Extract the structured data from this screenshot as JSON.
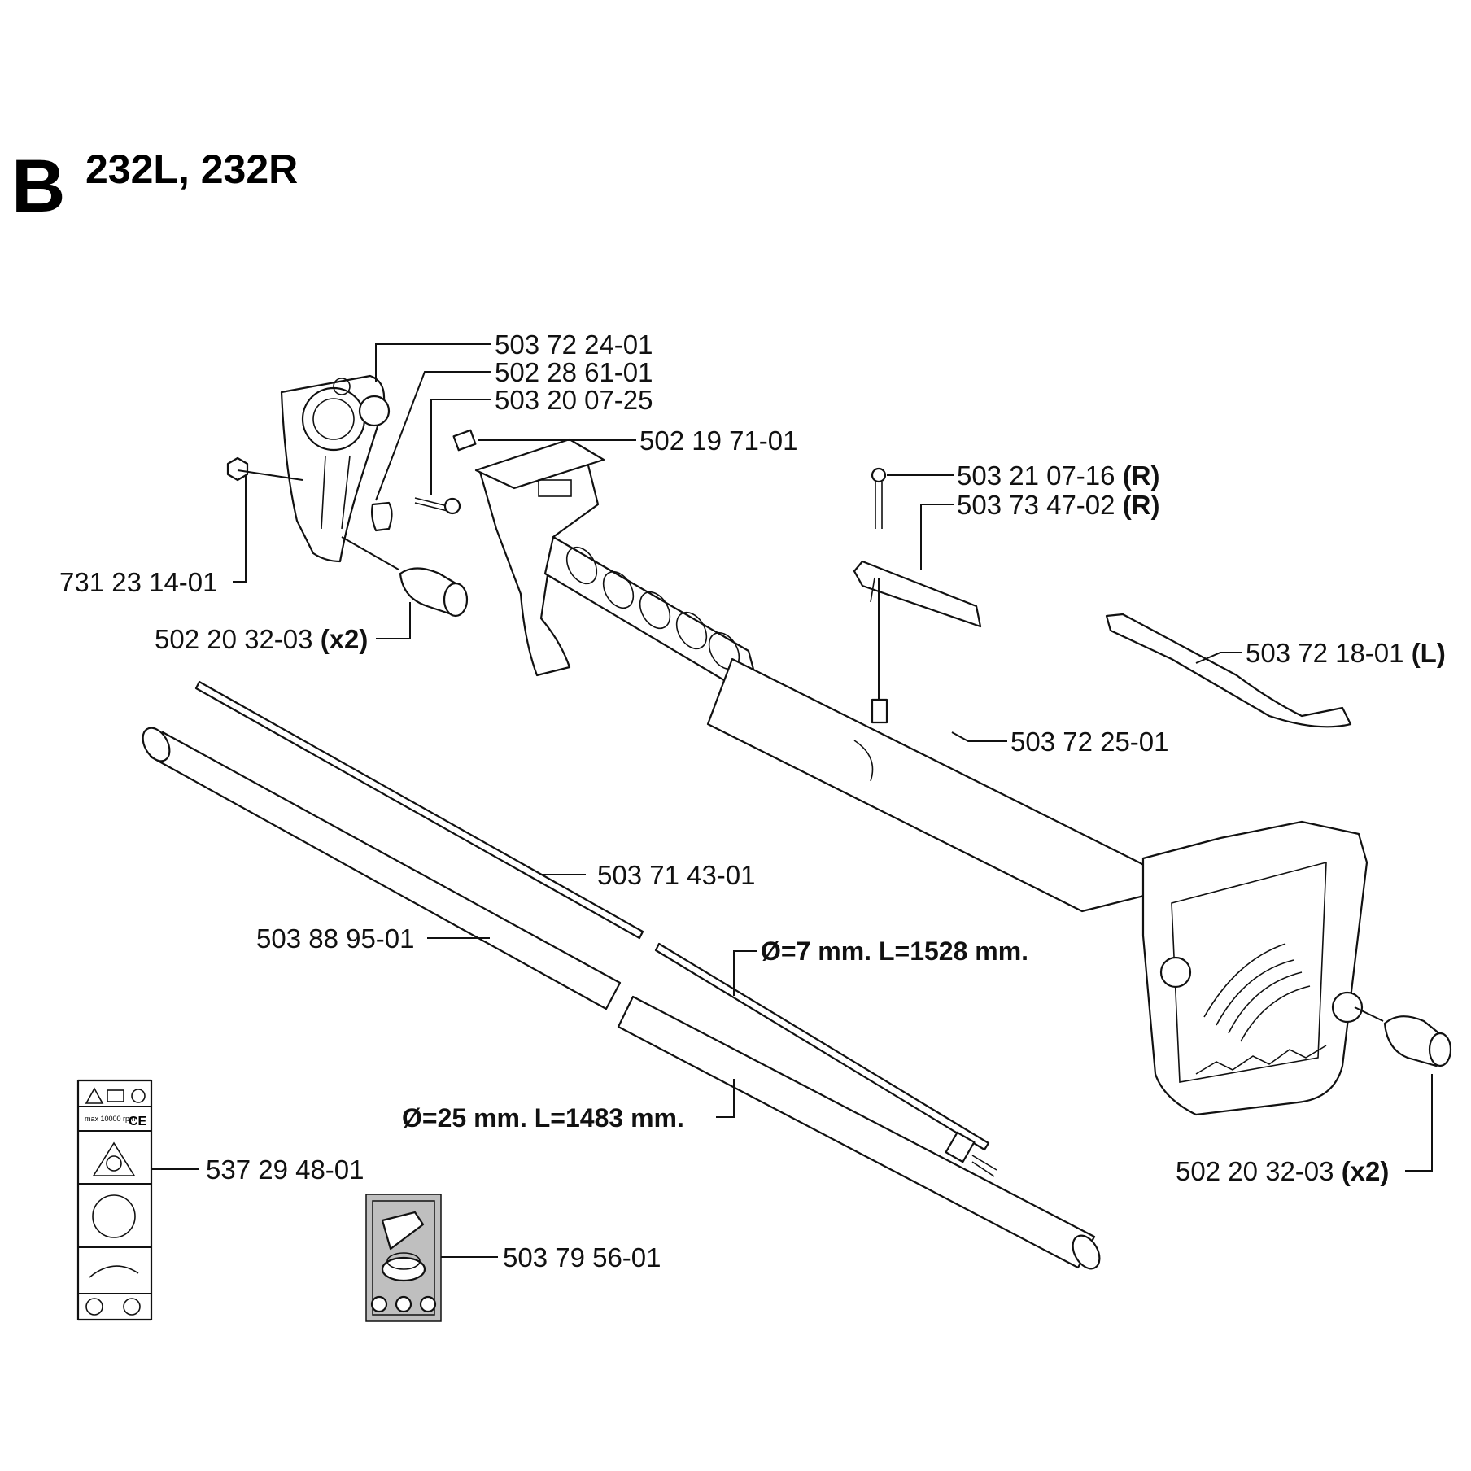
{
  "header": {
    "section_letter": "B",
    "models": "232L, 232R"
  },
  "labels": {
    "p1": {
      "number": "503 72 24-01",
      "suffix": ""
    },
    "p2": {
      "number": "502 28 61-01",
      "suffix": ""
    },
    "p3": {
      "number": "503 20 07-25",
      "suffix": ""
    },
    "p4": {
      "number": "502 19 71-01",
      "suffix": ""
    },
    "p5": {
      "number": "503 21 07-16",
      "suffix": "(R)"
    },
    "p6": {
      "number": "503 73 47-02",
      "suffix": "(R)"
    },
    "p7": {
      "number": "731 23 14-01",
      "suffix": ""
    },
    "p8": {
      "number": "502 20 32-03",
      "suffix": "(x2)"
    },
    "p9": {
      "number": "503 72 18-01",
      "suffix": "(L)"
    },
    "p10": {
      "number": "503 72 25-01",
      "suffix": ""
    },
    "p11": {
      "number": "503 71 43-01",
      "suffix": ""
    },
    "p12": {
      "number": "503 88 95-01",
      "suffix": ""
    },
    "p13": {
      "number": "502 20 32-03",
      "suffix": "(x2)"
    },
    "p14": {
      "number": "537 29 48-01",
      "suffix": ""
    },
    "p15": {
      "number": "503 79 56-01",
      "suffix": ""
    }
  },
  "dimensions": {
    "drive_shaft": "Ø=7 mm. L=1528 mm.",
    "tube": "Ø=25 mm. L=1483 mm."
  },
  "decal": {
    "max_speed": "max 10000 rpm",
    "ce": "CE"
  }
}
